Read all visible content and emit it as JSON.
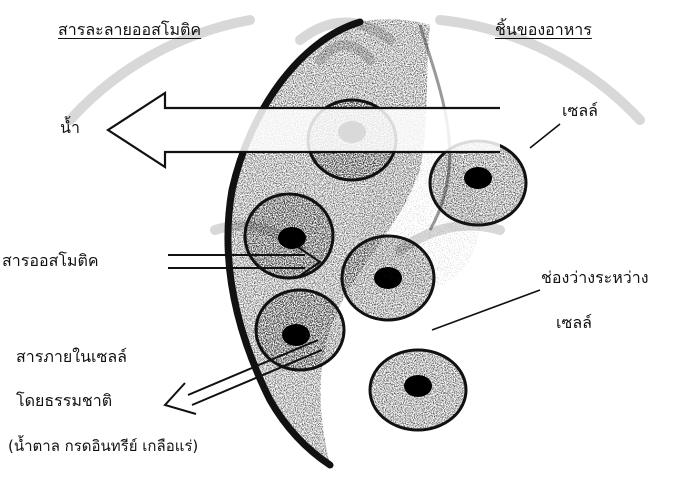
{
  "labels": {
    "osmotic_solution": "สารละลายออสโมติค",
    "food_piece": "ชิ้นของอาหาร",
    "water": "น้ำ",
    "cell": "เซลล์",
    "osmotic_substance": "สารออสโมติค",
    "intercellular_space_line1": "ช่องว่างระหว่าง",
    "intercellular_space_line2": "เซลล์",
    "natural_substances_line1": "สารภายในเซลล์",
    "natural_substances_line2": "โดยธรรมชาติ",
    "natural_substances_line3": "(น้ำตาล กรดอินทรีย์ เกลือแร่)"
  },
  "colors": {
    "ink": "#111111",
    "watermark": "#d2d2d2"
  }
}
